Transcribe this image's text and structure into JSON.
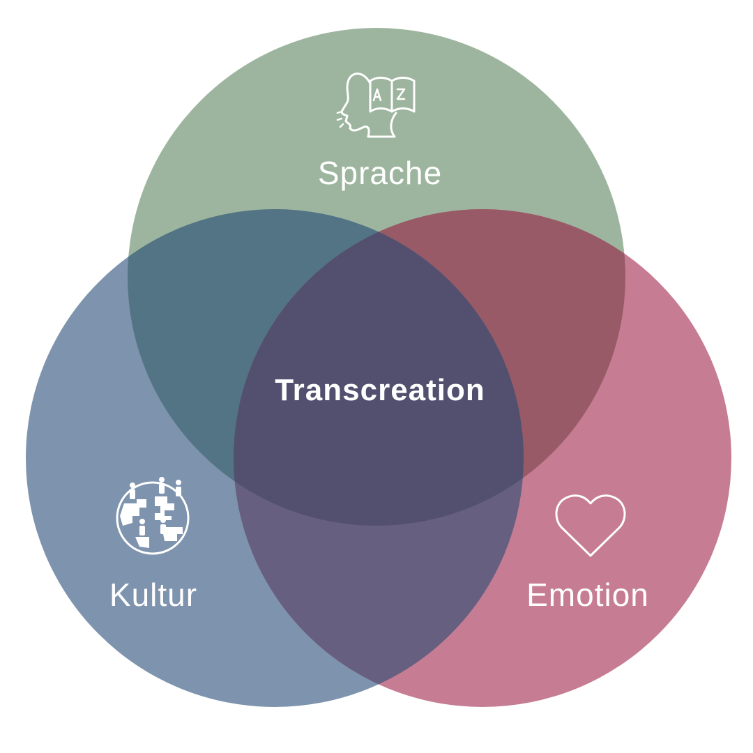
{
  "diagram": {
    "center_label": "Transcreation",
    "sets": [
      {
        "id": "sprache",
        "label": "Sprache",
        "icon": "head-book-icon",
        "color": "#9db59e"
      },
      {
        "id": "kultur",
        "label": "Kultur",
        "icon": "globe-people-icon",
        "color": "#7e93ad"
      },
      {
        "id": "emotion",
        "label": "Emotion",
        "icon": "heart-icon",
        "color": "#c67d93"
      }
    ],
    "overlap_colors": {
      "sprache_kultur": "#537484",
      "sprache_emotion": "#975a66",
      "kultur_emotion": "#665f80",
      "all": "#53506f"
    }
  }
}
